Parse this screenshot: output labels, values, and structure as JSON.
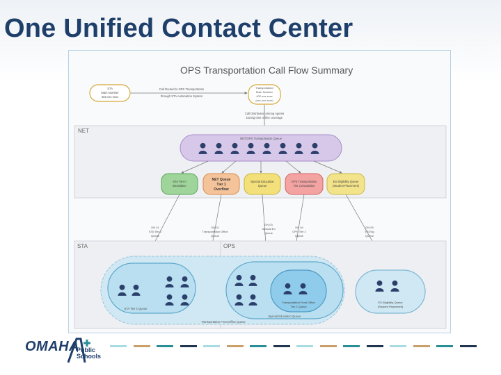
{
  "slide": {
    "title": "One Unified Contact Center",
    "logo": {
      "name": "OMAHA",
      "subtitle_line1": "Public",
      "subtitle_line2": "Schools"
    }
  },
  "diagram": {
    "title": "OPS Transportation Call Flow Summary",
    "top_left_box": {
      "lines": [
        "STA",
        "Main Number",
        "402-xxx-xxxx"
      ]
    },
    "top_arrow_label": [
      "Call Routed to OPS Transportation",
      "through STA Automation System"
    ],
    "top_right_box": {
      "lines": [
        "Transportation",
        "Main Number",
        "402-xxx-xxxx",
        "(xxx-xxx-xxxx)"
      ]
    },
    "mid_label": [
      "Call Distributed among Agents",
      "During time of line coverage"
    ],
    "net_label": "NET",
    "net_queue_label": "NET/OPS Transportation Queue",
    "queues": [
      {
        "label": [
          "STA Tier II",
          "Escalation"
        ],
        "color": "#9fd49a",
        "border": "#5aa55a"
      },
      {
        "label": [
          "NET Queue",
          "Tier 1",
          "Overflow"
        ],
        "color": "#f5c39a",
        "border": "#d98a4a"
      },
      {
        "label": [
          "Special Education",
          "Queue"
        ],
        "color": "#f3e07a",
        "border": "#c8b43a"
      },
      {
        "label": [
          "OPS Transportation",
          "Tier 2 Escalation"
        ],
        "color": "#f4a3a3",
        "border": "#d56363"
      },
      {
        "label": [
          "ES Eligibility Queue",
          "(Student Placement)"
        ],
        "color": "#f3e38a",
        "border": "#c9b84a"
      }
    ],
    "route_labels": [
      [
        "DN 01",
        "STA Tier 2",
        "Queue"
      ],
      [
        "DN 02",
        "Transportation Office",
        "Queue"
      ],
      [
        "DN 03",
        "Special Ed",
        "Queue"
      ],
      [
        "DN 04",
        "OPS Tier 2",
        "Queue"
      ],
      [
        "DN 05",
        "ES Elig",
        "Queue"
      ]
    ],
    "sta_label": "STA",
    "ops_label": "OPS",
    "bottom_caption_left": "STA Tier 2 Queue",
    "bottom_caption_mid_inner": [
      "Transportation Front Office",
      "Tier 2 Queue"
    ],
    "bottom_caption_mid_outer": "Special Education Queue",
    "bottom_caption_right": [
      "ES Eligibility Queue",
      "(Student Placement)"
    ],
    "bottom_caption_union": "Transportation Front Office Queue"
  },
  "dash_colors": [
    "#a9dbe3",
    "#c9a06a",
    "#2a8f95",
    "#1f3550"
  ]
}
